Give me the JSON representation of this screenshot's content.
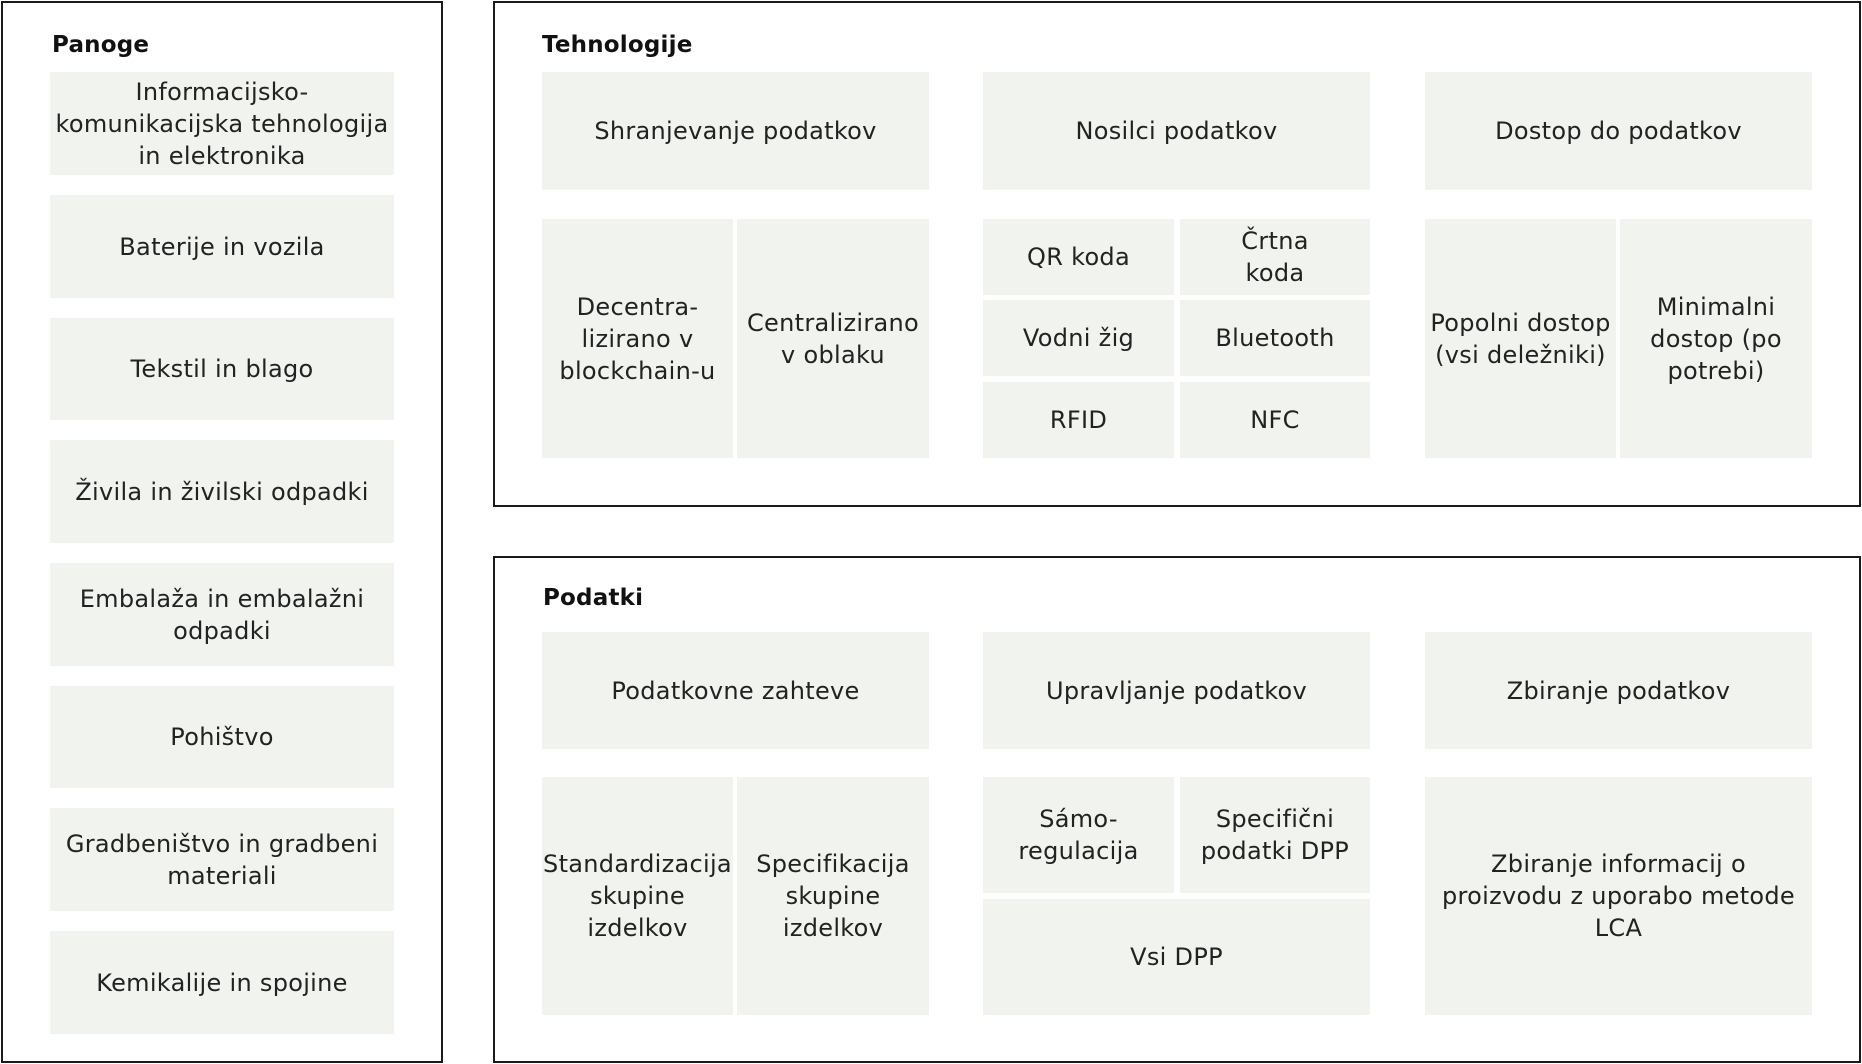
{
  "colors": {
    "border": "#1a1a1a",
    "cell_background": "#f1f3ee",
    "text": "#222222"
  },
  "panoge": {
    "title": "Panoge",
    "items": [
      "Informacijsko-\nkomunikacijska tehnologija\nin elektronika",
      "Baterije in vozila",
      "Tekstil in blago",
      "Živila in živilski odpadki",
      "Embalaža in embalažni\nodpadki",
      "Pohištvo",
      "Gradbeništvo in gradbeni\nmateriali",
      "Kemikalije in spojine"
    ]
  },
  "tehnologije": {
    "title": "Tehnologije",
    "storage": {
      "header": "Shranjevanje podatkov",
      "options": [
        "Decentra-\nlizirano v\nblockchain-u",
        "Centralizirano\nv oblaku"
      ]
    },
    "carriers": {
      "header": "Nosilci podatkov",
      "options": [
        "QR koda",
        "Črtna\nkoda",
        "Vodni žig",
        "Bluetooth",
        "RFID",
        "NFC"
      ]
    },
    "access": {
      "header": "Dostop do podatkov",
      "options": [
        "Popolni dostop\n(vsi deležniki)",
        "Minimalni\ndostop (po\npotrebi)"
      ]
    }
  },
  "podatki": {
    "title": "Podatki",
    "requirements": {
      "header": "Podatkovne zahteve",
      "options": [
        "Standardizacija\nskupine\nizdelkov",
        "Specifikacija\nskupine\nizdelkov"
      ]
    },
    "management": {
      "header": "Upravljanje podatkov",
      "options": [
        "Sámo-\nregulacija",
        "Specifični\npodatki DPP",
        "Vsi DPP"
      ]
    },
    "collection": {
      "header": "Zbiranje podatkov",
      "options": [
        "Zbiranje informacij o\nproizvodu z uporabo metode\nLCA"
      ]
    }
  }
}
